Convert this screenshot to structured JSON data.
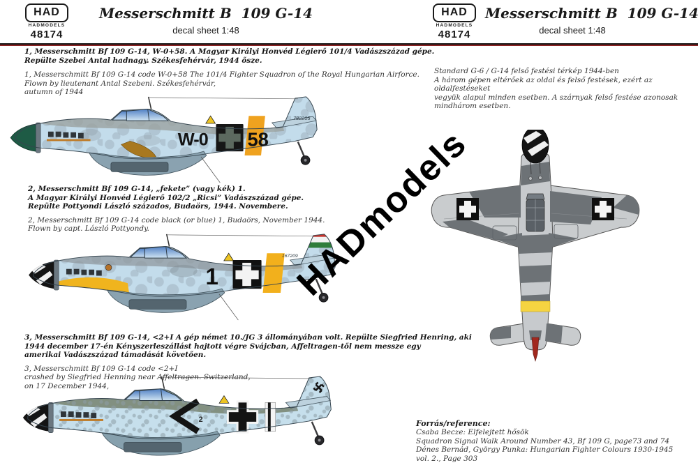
{
  "header": {
    "brand": "HAD",
    "brand_sub": "HADMODELS",
    "catalog": "48174",
    "title": "Messerschmitt B  109 G-14",
    "subtitle": "decal sheet 1:48"
  },
  "watermark": "HADmodels",
  "schemes": [
    {
      "hu_lines": [
        "1, Messerschmitt Bf 109 G-14, W-0+58. A Magyar Királyi Honvéd Légierő 101/4 Vadászszázad gépe.",
        "Repülte Szebei Antal hadnagy. Székesfehérvár, 1944 ősze."
      ],
      "en_lines": [
        "1, Messerschmitt Bf 109 G-14 code W-0+58 The 101/4 Fighter Squadron of the Royal Hungarian Airforce.",
        "Flown by lieutenant Antal Szebeni. Székesfehérvár,",
        "autumn of 1944"
      ],
      "code_left": "W-0",
      "code_right": "58",
      "serial": "782205"
    },
    {
      "hu_lines": [
        "2, Messerschmitt Bf 109 G-14, „fekete” (vagy kék) 1.",
        "A Magyar Királyi Honvéd Légierő 102/2 „Ricsi” Vadászszázad gépe.",
        "Repülte Pottyondi László százados, Budaörs, 1944. Novembere."
      ],
      "en_lines": [
        "2, Messerschmitt Bf 109 G-14 code black (or blue) 1, Budaörs, November 1944.",
        "Flown by capt. László Pottyondy."
      ],
      "code": "1",
      "serial": "167209"
    },
    {
      "hu_lines": [
        "3, Messerschmitt Bf 109 G-14, <2+I A gép német 10./JG 3 állományában volt. Repülte Siegfried Henring, aki",
        "1944 december 17-én Kényszerleszállást hajtott végre Svájcban, Affeltragen-től nem messze egy",
        "amerikai Vadászszázad támadását követően."
      ],
      "en_lines": [
        "3, Messerschmitt Bf 109 G-14 code <2+I",
        "crashed by Siegfried Henning near Affeltragen. Switzerland,",
        "on 17 December 1944,"
      ],
      "code": "<2+I",
      "code_small": "2"
    }
  ],
  "top_view": {
    "note_lines": [
      "Standard G-6 / G-14 felső festési térkép 1944-ben",
      "A három gépen eltérőek az oldal és felső festések, ezért az oldalfestéseket",
      "vegyük alapul minden esetben. A szárnyak felső festése azonosak mindhárom esetben."
    ]
  },
  "reference": {
    "heading": "Forrás/reference:",
    "lines": [
      "Csaba Becze: Elfelejtett hősök",
      "Squadron Signal Walk Around Number 43, Bf 109 G, page73 and 74",
      "Dénes Bernád, György Punka: Hungarian Fighter Colours 1930-1945 vol. 2., Page 303"
    ]
  },
  "colors": {
    "divider_red": "#8a2222",
    "spinner_green": "#1e5b45",
    "band_orange": "#efa21f",
    "band_yellow": "#f2b01c",
    "cowl_yellow": "#f0b41e",
    "hun_red": "#c8342c",
    "hun_white": "#f2f2f2",
    "hun_green": "#2f7d3b",
    "tail_band_yellow": "#f5d441",
    "rudder_red": "#a1281e"
  }
}
